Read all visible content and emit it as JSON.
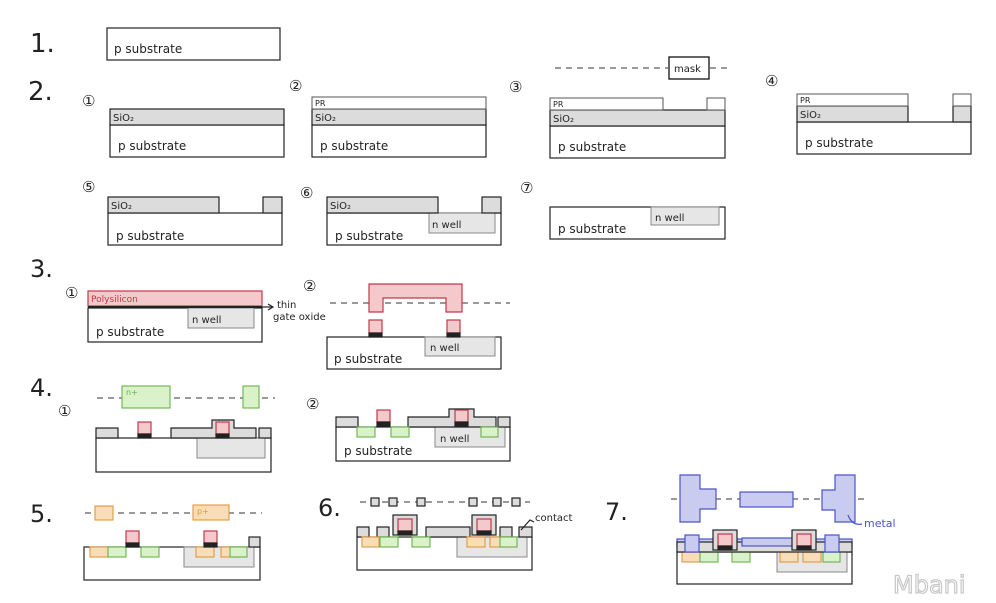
{
  "steps": {
    "s1": "1.",
    "s2": "2.",
    "s3": "3.",
    "s4": "4.",
    "s5": "5.",
    "s6": "6.",
    "s7": "7."
  },
  "substeps": {
    "c1": "①",
    "c2": "②",
    "c3": "③",
    "c4": "④",
    "c5": "⑤",
    "c6": "⑥",
    "c7": "⑦"
  },
  "labels": {
    "p_substrate": "p substrate",
    "sio2": "SiO₂",
    "pr": "PR",
    "mask": "mask",
    "n_well": "n well",
    "polysilicon": "Polysilicon",
    "thin_gate_oxide_1": "thin",
    "thin_gate_oxide_2": "gate oxide",
    "n_plus": "n+",
    "p_plus": "p+",
    "contact": "contact",
    "metal": "metal",
    "watermark": "Mbani"
  },
  "colors": {
    "substrate_fill": "#ffffff",
    "oxide_fill": "#dcdcdc",
    "nwell_fill": "#e6e6e6",
    "poly_fill": "#f4c9cc",
    "poly_stroke": "#c0394a",
    "nplus_fill": "#d9f2c9",
    "nplus_stroke": "#6ab04c",
    "pplus_fill": "#f9dcb8",
    "pplus_stroke": "#e09a3c",
    "metal_fill": "#c9ccf0",
    "metal_stroke": "#4b55c8",
    "ink": "#222222"
  }
}
